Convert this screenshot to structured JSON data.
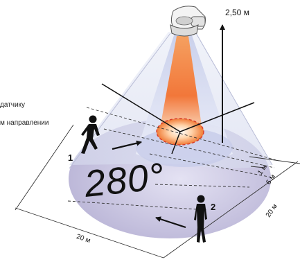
{
  "labels": {
    "height": "2,50 м",
    "angle": "280°",
    "depth_1m": "1 м",
    "depth_6m": "6 м",
    "depth_20m": "20 м",
    "width_20m": "20 м",
    "person_1": "1",
    "person_2": "2"
  },
  "legend_fragments": {
    "line1": "датчику",
    "line2": "м направлении"
  },
  "colors": {
    "floor": "#c9c5e2",
    "cone": "#dfe2f2",
    "core": "#f07a35",
    "dashed_ring": "#d83a2a",
    "arrow": "#111111"
  }
}
